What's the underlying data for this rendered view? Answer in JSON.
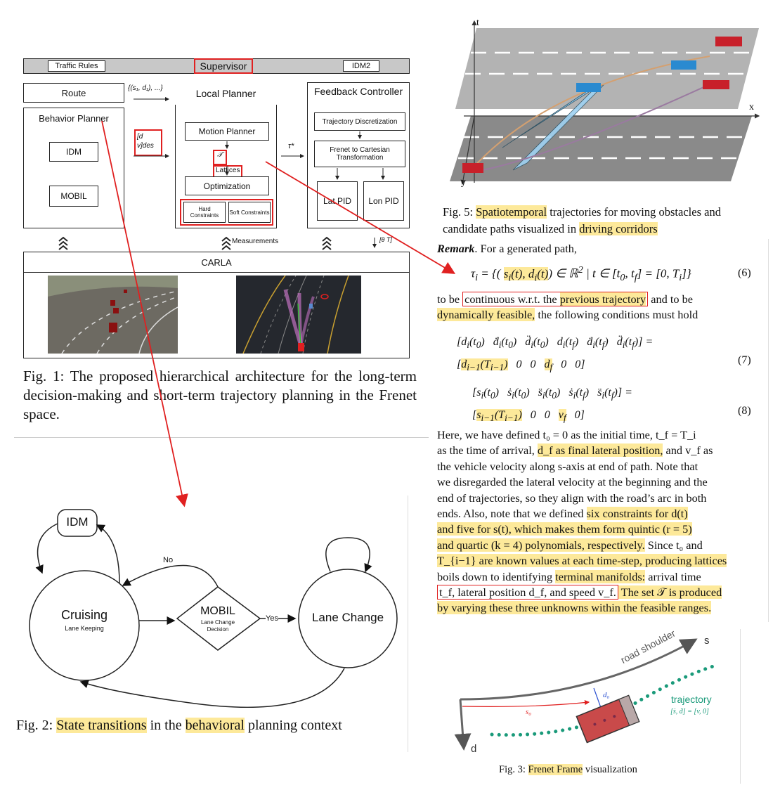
{
  "fig1": {
    "supervisor_label": "Supervisor",
    "traffic_rules": "Traffic Rules",
    "idm2": "IDM2",
    "route": "Route",
    "route_out": "{(s₁, d₁), ...}",
    "behavior_planner": "Behavior Planner",
    "idm": "IDM",
    "mobil": "MOBIL",
    "des_matrix": "[d v]des",
    "local_planner": "Local Planner",
    "motion_planner": "Motion Planner",
    "tau_symbol": "𝒯",
    "lattices": "Lattices",
    "optimization": "Optimization",
    "hard_constraints": "Hard Constraints",
    "soft_constraints": "Soft Constraints",
    "tau_star": "τ*",
    "feedback_controller": "Feedback Controller",
    "trajectory_discretization": "Trajectory Discretization",
    "frenet_to_cartesian": "Frenet to Cartesian Transformation",
    "lat_pid": "Lat PID",
    "lon_pid": "Lon PID",
    "measurements": "Measurements",
    "theta_t": "[θ T]",
    "carla": "CARLA",
    "caption": "Fig. 1: The proposed hierarchical architecture for the long-term decision-making and short-term trajectory planning in the Frenet space."
  },
  "fig2": {
    "idm": "IDM",
    "cruising": "Cruising",
    "lane_keeping": "Lane Keeping",
    "mobil": "MOBIL",
    "mobil_sub": "Lane Change Decision",
    "no": "No",
    "yes": "Yes",
    "lane_change": "Lane Change",
    "caption_a": "Fig. 2: ",
    "caption_b": "State transitions",
    "caption_c": " in the ",
    "caption_d": "behavioral",
    "caption_e": " planning context"
  },
  "fig5": {
    "t_axis": "t",
    "x_axis": "x",
    "y_axis": "y",
    "caption_a": "Fig. 5: ",
    "caption_b": "Spatiotemporal",
    "caption_c": " trajectories for moving obstacles and",
    "caption_d": "candidate paths visualized in ",
    "caption_e": "driving corridors"
  },
  "remark": {
    "title": "Remark",
    "intro": ". For a generated path,",
    "eq6_num": "(6)",
    "eq7_num": "(7)",
    "eq8_num": "(8)",
    "line2_a": "to be ",
    "line2_b": "continuous w.r.t. the ",
    "line2_c": "previous trajectory",
    "line2_d": " and to be",
    "line3_a": "dynamically feasible,",
    "line3_b": " the following conditions must hold"
  },
  "body_para": {
    "l1": "Here, we have defined t₀ = 0 as the initial time, t_f = T_i",
    "l2a": "as the time of arrival, ",
    "l2b": "d_f as final lateral position,",
    "l2c": " and v_f as",
    "l3": "the vehicle velocity along s-axis at end of path. Note that",
    "l4": "we disregarded the lateral velocity at the beginning and the",
    "l5": "end of trajectories, so they align with the road’s arc in both",
    "l6a": "ends. Also, note that we defined ",
    "l6b": "six constraints for d(t)",
    "l7": "and five for s(t), which makes them form quintic (r = 5)",
    "l8a": "and quartic (k = 4) polynomials, respectively.",
    "l8b": " Since t₀ and",
    "l9": "T_{i−1} are known values at each time-step, producing lattices",
    "l10a": "boils down to identifying ",
    "l10b": "terminal manifolds:",
    "l10c": " arrival time",
    "l11a": "t_f, lateral position d_f, and speed v_f.",
    "l11b": " The set 𝒯 is produced",
    "l12": "by varying these three unknowns within the feasible ranges."
  },
  "fig3": {
    "s_axis": "s",
    "d_axis": "d",
    "road_shoulder": "road shoulder",
    "s0": "s₀",
    "d0": "d₀",
    "trajectory": "trajectory",
    "traj_state": "[ṡ, ḋ] = [v, 0]",
    "caption_a": "Fig. 3: ",
    "caption_b": "Frenet Frame",
    "caption_c": " visualization"
  },
  "colors": {
    "highlight": "#fde99a",
    "red": "#e02020",
    "teal": "#1a9a7a",
    "blue": "#2a4fd0"
  }
}
